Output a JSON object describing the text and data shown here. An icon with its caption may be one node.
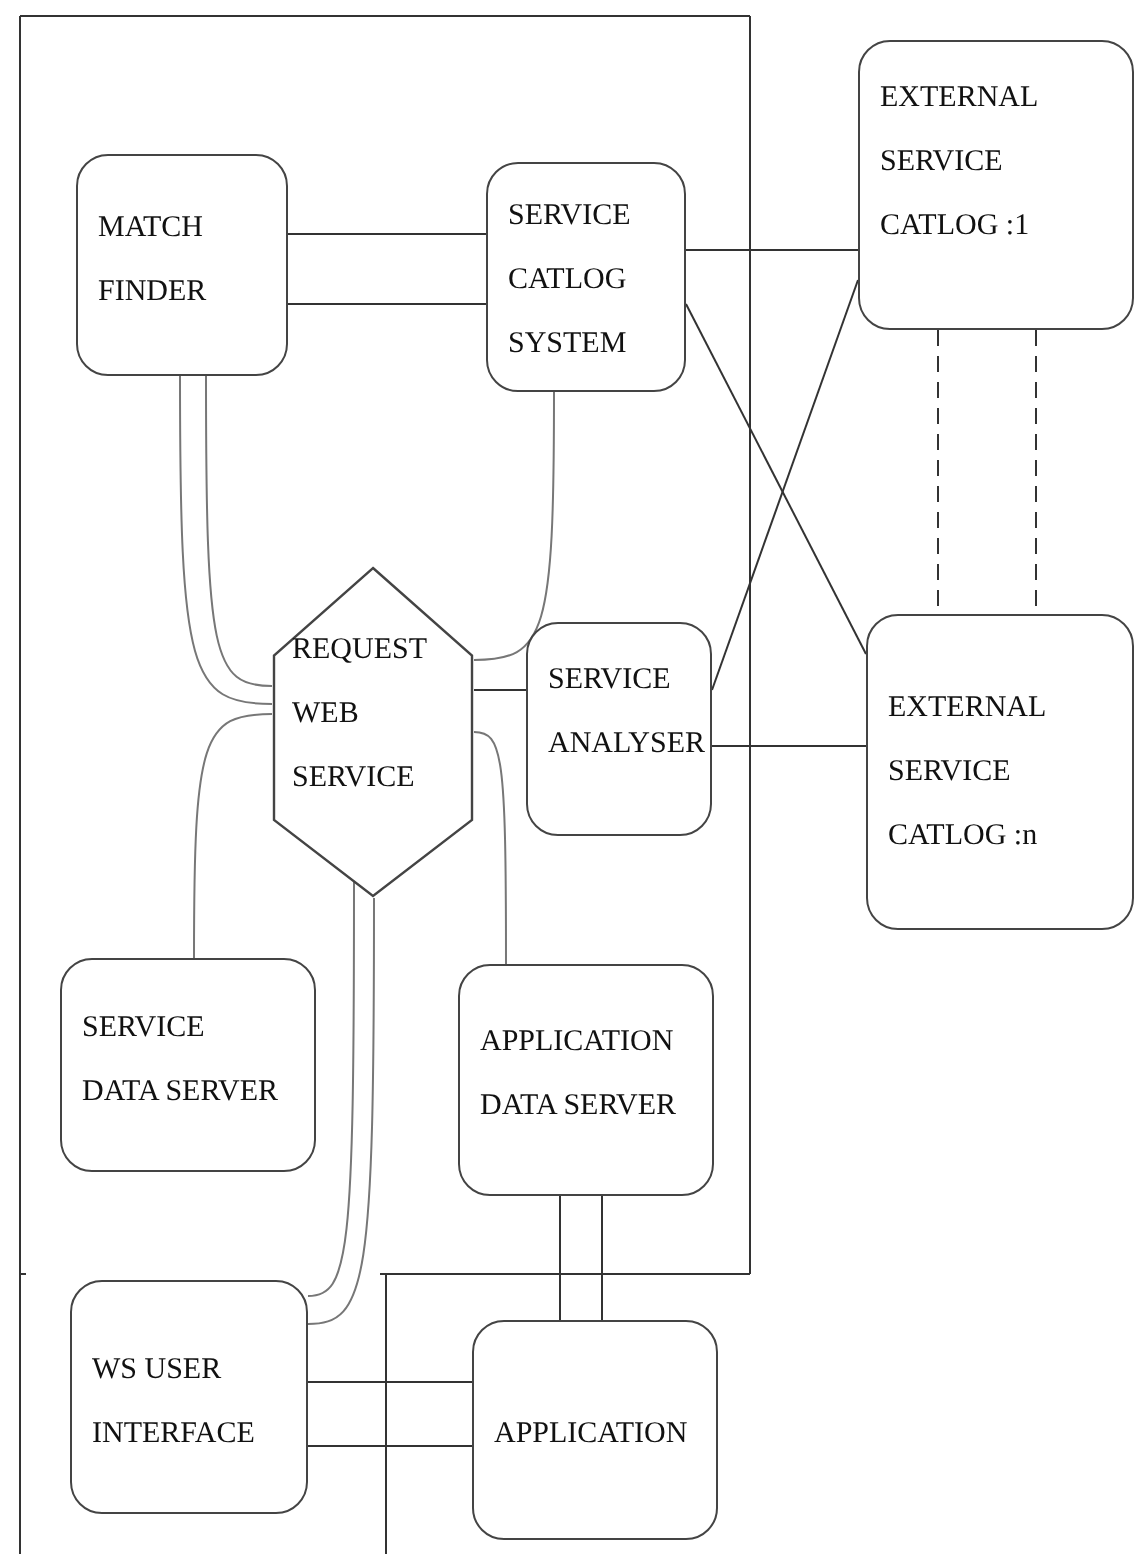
{
  "diagram": {
    "nodes": [
      {
        "text": [
          "MATCH FINDER"
        ]
      },
      {
        "text": [
          "SERVICE CATLOG SYSTEM"
        ]
      },
      {
        "text": [
          "EXTERNAL SERVICE CATLOG :1"
        ]
      },
      {
        "text": [
          "REQUEST WEB SERVICE"
        ]
      },
      {
        "text": [
          "SERVICE ANALYSER"
        ]
      },
      {
        "text": [
          "EXTERNAL SERVICE CATLOG :n"
        ]
      },
      {
        "text": [
          "SERVICE DATA SERVER"
        ]
      },
      {
        "text": [
          "APPLICATION DATA SERVER"
        ]
      },
      {
        "text": [
          "WS USER INTERFACE"
        ]
      },
      {
        "text": [
          "APPLICATION"
        ]
      }
    ],
    "edges": [
      {
        "from": 0,
        "to": 1,
        "arrow": "none"
      },
      {
        "from": 0,
        "to": 1,
        "arrow": "none"
      },
      {
        "from": 1,
        "to": 2,
        "arrow": "none"
      },
      {
        "from": 1,
        "to": 5,
        "arrow": "none"
      },
      {
        "from": 4,
        "to": 2,
        "arrow": "none"
      },
      {
        "from": 4,
        "to": 5,
        "arrow": "none"
      },
      {
        "from": 2,
        "to": 5,
        "arrow": "none",
        "style": "dashed"
      },
      {
        "from": 2,
        "to": 5,
        "arrow": "none",
        "style": "dashed"
      },
      {
        "from": 0,
        "to": 3,
        "arrow": "none"
      },
      {
        "from": 0,
        "to": 3,
        "arrow": "none"
      },
      {
        "from": 1,
        "to": 3,
        "arrow": "none"
      },
      {
        "from": 3,
        "to": 4,
        "arrow": "none"
      },
      {
        "from": 3,
        "to": 6,
        "arrow": "none"
      },
      {
        "from": 3,
        "to": 7,
        "arrow": "none"
      },
      {
        "from": 3,
        "to": 8,
        "arrow": "none"
      },
      {
        "from": 3,
        "to": 8,
        "arrow": "none"
      },
      {
        "from": 7,
        "to": 9,
        "arrow": "none"
      },
      {
        "from": 7,
        "to": 9,
        "arrow": "none"
      },
      {
        "from": 8,
        "to": 9,
        "arrow": "none"
      },
      {
        "from": 8,
        "to": 9,
        "arrow": "none"
      }
    ]
  }
}
